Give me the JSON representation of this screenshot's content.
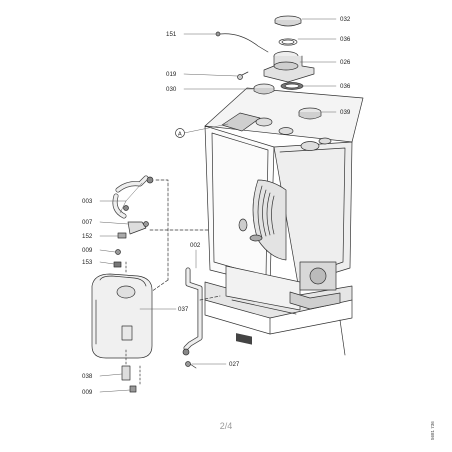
{
  "diagram": {
    "labels": {
      "p032": "032",
      "p036a": "036",
      "p151": "151",
      "p026": "026",
      "p019": "019",
      "p030": "030",
      "p036b": "036",
      "p039": "039",
      "pA": "A",
      "p003": "003",
      "p007": "007",
      "p152": "152",
      "p009a": "009",
      "p153": "153",
      "p002": "002",
      "p037": "037",
      "p027": "027",
      "p038": "038",
      "p009b": "009"
    }
  },
  "footer": {
    "page": "2/4",
    "doc_id": "5681 736"
  }
}
